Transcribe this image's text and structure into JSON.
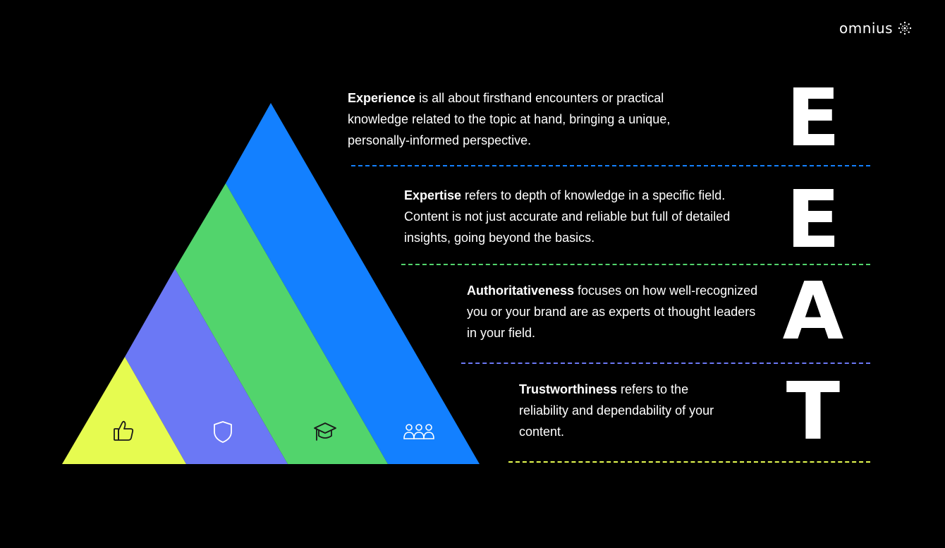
{
  "brand": {
    "name": "omnius"
  },
  "colors": {
    "experience": "#1380ff",
    "expertise": "#52d46c",
    "authoritativeness": "#6b78f5",
    "trustworthiness": "#e6fb50",
    "background": "#000000"
  },
  "pyramid_icons": [
    "thumbs-up-icon",
    "shield-icon",
    "graduation-cap-icon",
    "people-icon"
  ],
  "items": [
    {
      "letter": "E",
      "term": "Experience",
      "text": " is all about firsthand encounters or practical knowledge related to the topic at hand, bringing a unique, personally-informed perspective."
    },
    {
      "letter": "E",
      "term": "Expertise",
      "text": " refers to depth of knowledge in a specific field. Content is not just accurate and reliable but full of detailed insights, going beyond the basics."
    },
    {
      "letter": "A",
      "term": "Authoritativeness",
      "text": " focuses on how well-recognized you or your brand are as experts ot thought leaders in your field."
    },
    {
      "letter": "T",
      "term": "Trustworthiness",
      "text": " refers to the reliability and dependability of your content."
    }
  ]
}
